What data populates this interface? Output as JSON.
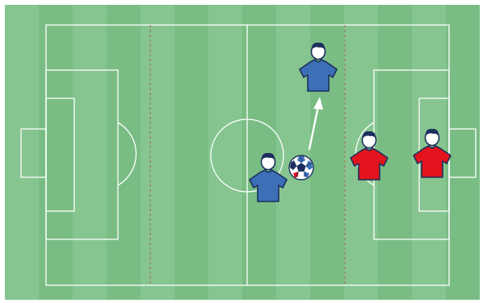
{
  "colors": {
    "grass_light": "#86c58f",
    "grass_dark": "#79bd84",
    "line": "#ffffff",
    "third_line": "#a8624f",
    "blue_kit": "#3c6fb6",
    "red_kit": "#e3141d",
    "outline": "#1c2f5e",
    "skin": "#ffffff",
    "hair": "#1c2f5e",
    "arrow": "#ffffff"
  },
  "players": [
    {
      "team": "blue",
      "role": "runner"
    },
    {
      "team": "blue",
      "role": "ball-carrier"
    },
    {
      "team": "red",
      "role": "defender"
    },
    {
      "team": "red",
      "role": "defender"
    }
  ],
  "icons": [
    "player-icon",
    "soccer-ball-icon",
    "pass-arrow-icon"
  ]
}
